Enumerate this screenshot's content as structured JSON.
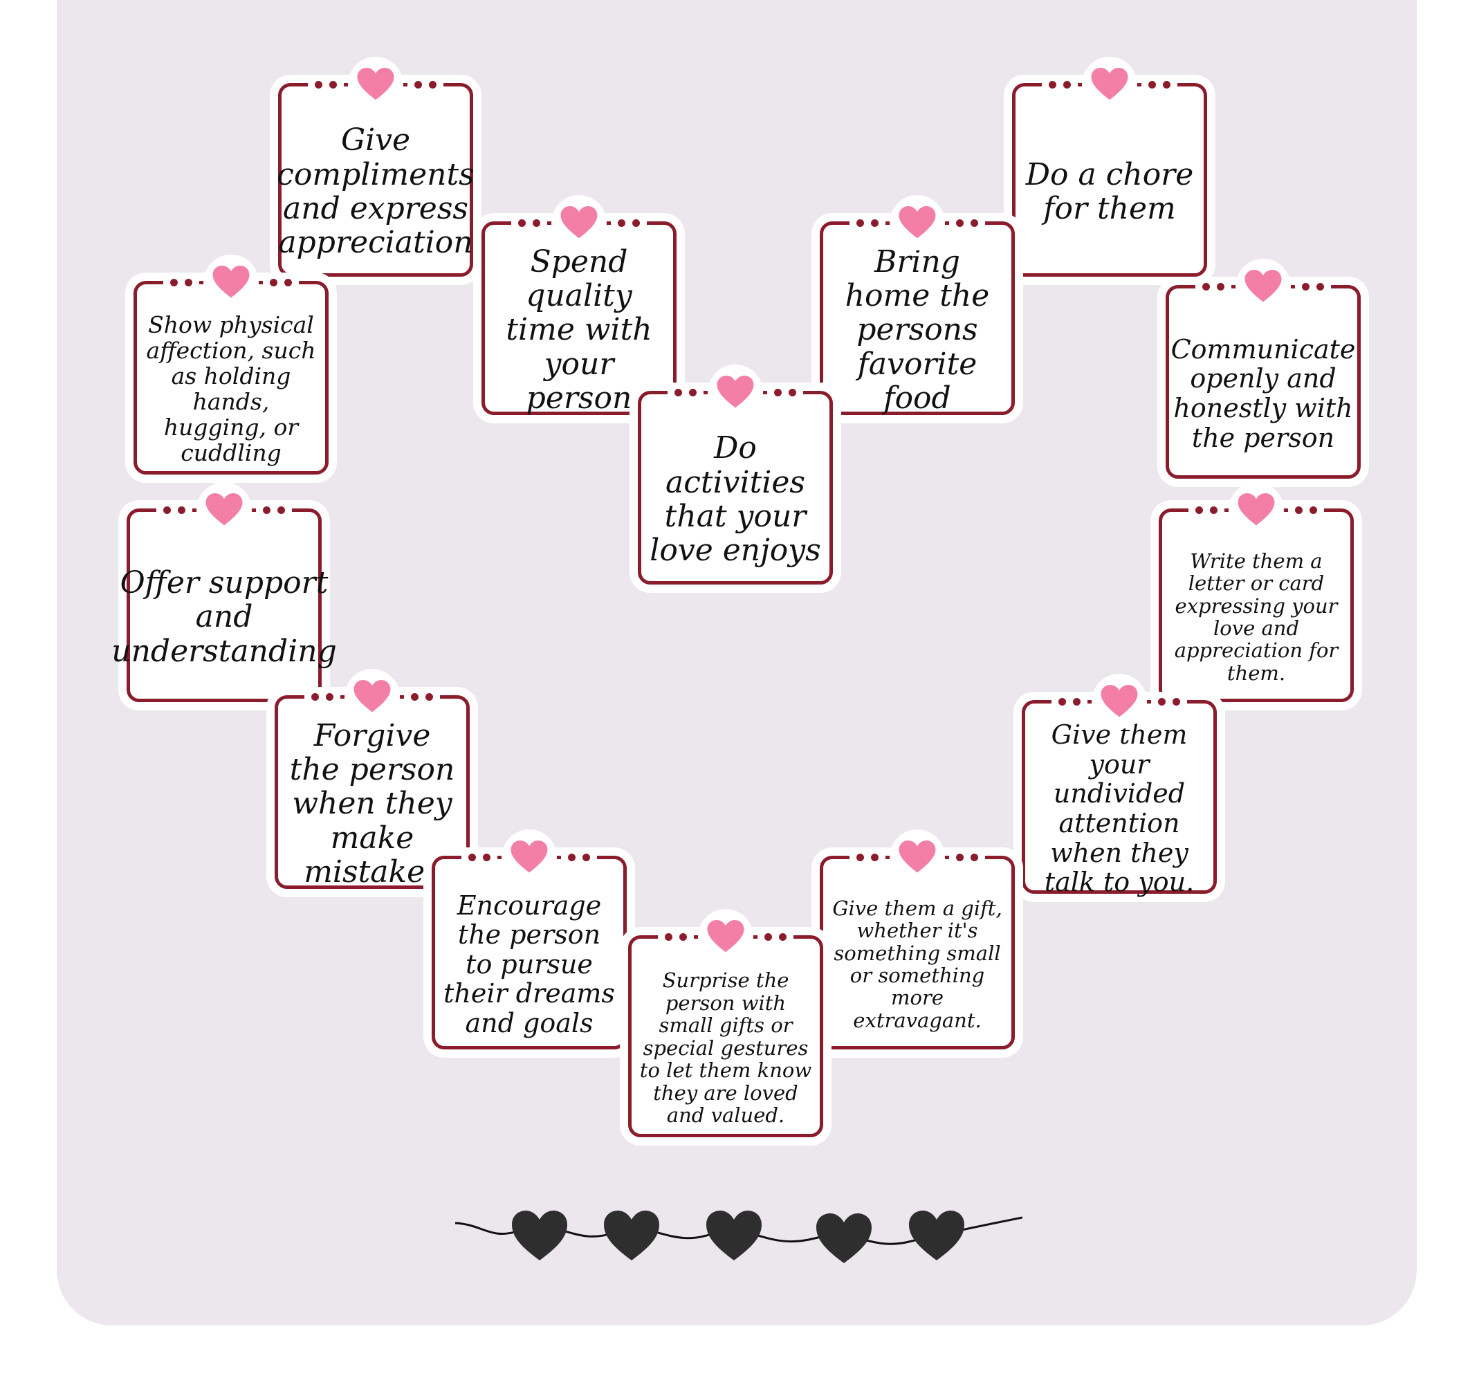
{
  "colors": {
    "background_panel": "#ebe7ed",
    "card_border": "#8a1c2b",
    "heart_pink": "#f47fa6",
    "garland_heart": "#2e2e2e"
  },
  "icons": {
    "card_heart": "heart-icon",
    "card_dots": "dot-pair-icon",
    "garland": "heart-garland-icon"
  },
  "cards": [
    {
      "id": "compliments",
      "text": "Give compliments and express appreciation"
    },
    {
      "id": "chore",
      "text": "Do a chore for them"
    },
    {
      "id": "quality-time",
      "text": "Spend quality time with your person"
    },
    {
      "id": "favorite-food",
      "text": "Bring home the persons favorite food"
    },
    {
      "id": "physical-affection",
      "text": "Show physical affection, such as holding hands, hugging, or cuddling"
    },
    {
      "id": "communicate",
      "text": "Communicate openly and honestly with the person"
    },
    {
      "id": "activities",
      "text": "Do activities that your love enjoys"
    },
    {
      "id": "support",
      "text": "Offer support and understanding"
    },
    {
      "id": "letter",
      "text": "Write them a letter or card expressing your love and appreciation for them."
    },
    {
      "id": "forgive",
      "text": "Forgive the person when they make mistakes"
    },
    {
      "id": "undivided-attention",
      "text": "Give them your undivided attention when they talk to you."
    },
    {
      "id": "encourage",
      "text": "Encourage the person to pursue their dreams and goals"
    },
    {
      "id": "gift",
      "text": "Give them a gift, whether it's something small or something more extravagant."
    },
    {
      "id": "surprise",
      "text": "Surprise the person with small gifts or special gestures to let them know they are loved and valued."
    }
  ]
}
